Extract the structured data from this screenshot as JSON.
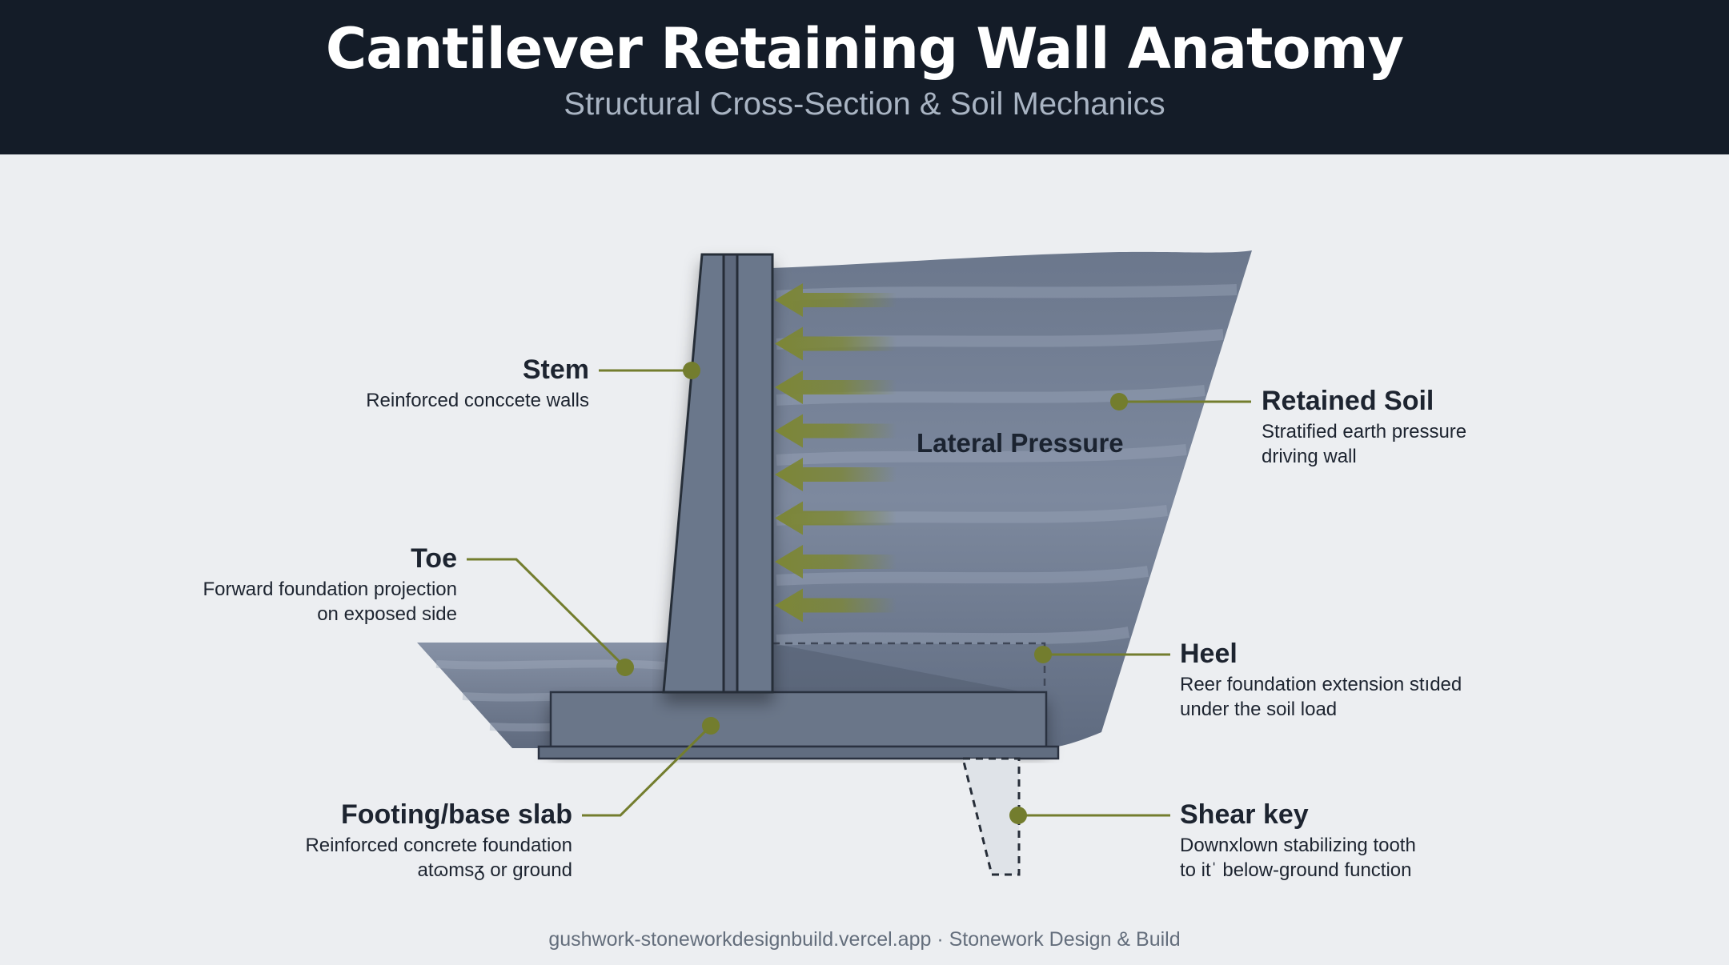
{
  "header": {
    "title": "Cantilever Retaining Wall Anatomy",
    "subtitle": "Structural Cross-Section & Soil Mechanics"
  },
  "colors": {
    "header_bg": "#141c28",
    "page_bg": "#eceef1",
    "concrete": "#6a7689",
    "soil": "#7f8ba0",
    "leader_and_arrows": "#737d2e"
  },
  "diagram": {
    "pressure_label": "Lateral Pressure",
    "pressure_arrow_count": 8,
    "labels": {
      "stem": {
        "name": "Stem",
        "desc": "Reinforced conccete walls"
      },
      "toe": {
        "name": "Toe",
        "desc": [
          "Forward foundation projection",
          "on exposed side"
        ]
      },
      "footing": {
        "name": "Footing/base slab",
        "desc": [
          "Reinforced concrete foundation",
          "atɷmsᵹ or ground"
        ]
      },
      "retained_soil": {
        "name": "Retained Soil",
        "desc": [
          "Stratified earth pressure",
          "driving wall"
        ]
      },
      "heel": {
        "name": "Heel",
        "desc": [
          "Reer foundation extension stıded",
          "under the soil load"
        ]
      },
      "shear_key": {
        "name": "Shear key",
        "desc": [
          "Downxlown stabilizing tooth",
          "to itˈ below-ground function"
        ]
      }
    }
  },
  "footer": {
    "text": "gushwork-stoneworkdesignbuild.vercel.app · Stonework Design & Build"
  }
}
